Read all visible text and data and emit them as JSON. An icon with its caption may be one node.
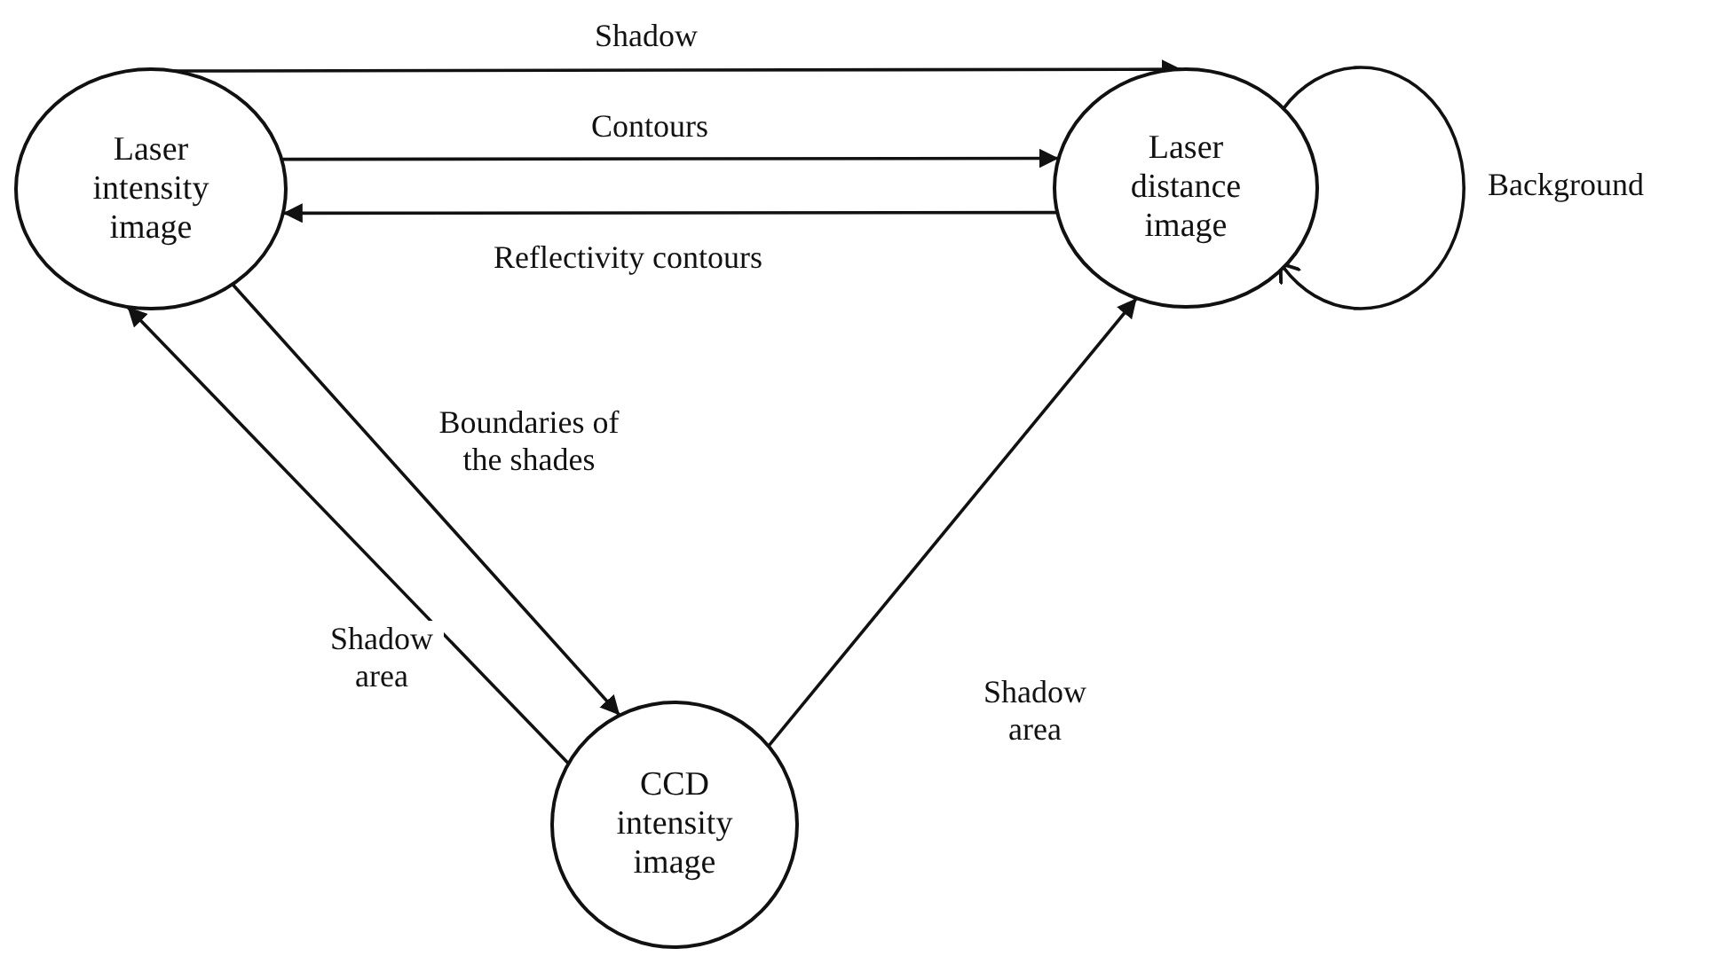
{
  "diagram": {
    "nodes": [
      {
        "text": [
          "Laser intensity image"
        ]
      },
      {
        "text": [
          "Laser distance image"
        ]
      },
      {
        "text": [
          "CCD intensity image"
        ]
      }
    ],
    "edges": [
      {
        "from": 0,
        "to": 1,
        "arrow": "to",
        "label": "Shadow"
      },
      {
        "from": 0,
        "to": 1,
        "arrow": "to",
        "label": "Contours"
      },
      {
        "from": 1,
        "to": 0,
        "arrow": "to",
        "label": "Reflectivity contours"
      },
      {
        "from": 1,
        "to": 1,
        "arrow": "to",
        "label": "Background"
      },
      {
        "from": 0,
        "to": 2,
        "arrow": "to",
        "label": "Boundaries of the shades"
      },
      {
        "from": 2,
        "to": 0,
        "arrow": "to",
        "label": "Shadow area"
      },
      {
        "from": 2,
        "to": 1,
        "arrow": "to",
        "label": "Shadow area"
      }
    ]
  }
}
